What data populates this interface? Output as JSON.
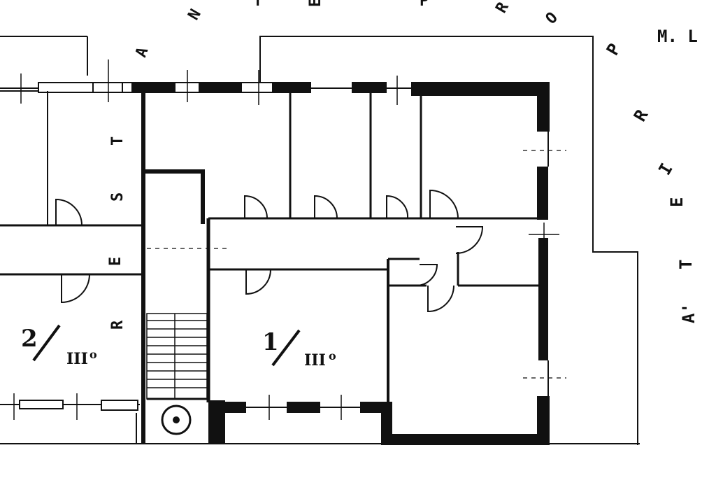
{
  "surroundings": {
    "left_letters": [
      "A",
      "T",
      "S",
      "E",
      "R"
    ],
    "top_letters": [
      "N",
      "T",
      "E",
      "P",
      "R",
      "O"
    ],
    "right_letters": [
      "P",
      "R",
      "I",
      "E",
      "T",
      "A'"
    ],
    "corner_mark": "M. L"
  },
  "units": [
    {
      "number": "2",
      "roman": "III",
      "suffix": "o"
    },
    {
      "number": "1",
      "roman": "III",
      "suffix": "o"
    }
  ],
  "colors": {
    "ink": "#111111",
    "paper": "#ffffff"
  }
}
